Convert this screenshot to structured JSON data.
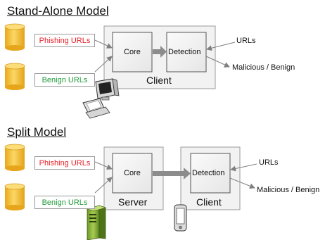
{
  "colors": {
    "phishing": "#e8202a",
    "benign": "#1f9b3a",
    "db_fill": "#f7c53c",
    "arrow": "#808080"
  },
  "standalone": {
    "title": "Stand-Alone Model",
    "phishing_label": "Phishing URLs",
    "benign_label": "Benign URLs",
    "core_label": "Core",
    "detection_label": "Detection",
    "client_label": "Client",
    "urls_label": "URLs",
    "output_label": "Malicious / Benign",
    "icons": [
      "database-icon",
      "database-icon",
      "desktop-computer-icon"
    ]
  },
  "split": {
    "title": "Split Model",
    "phishing_label": "Phishing URLs",
    "benign_label": "Benign URLs",
    "core_label": "Core",
    "detection_label": "Detection",
    "server_label": "Server",
    "client_label": "Client",
    "urls_label": "URLs",
    "output_label": "Malicious / Benign",
    "icons": [
      "database-icon",
      "database-icon",
      "server-tower-icon",
      "mobile-device-icon"
    ]
  }
}
